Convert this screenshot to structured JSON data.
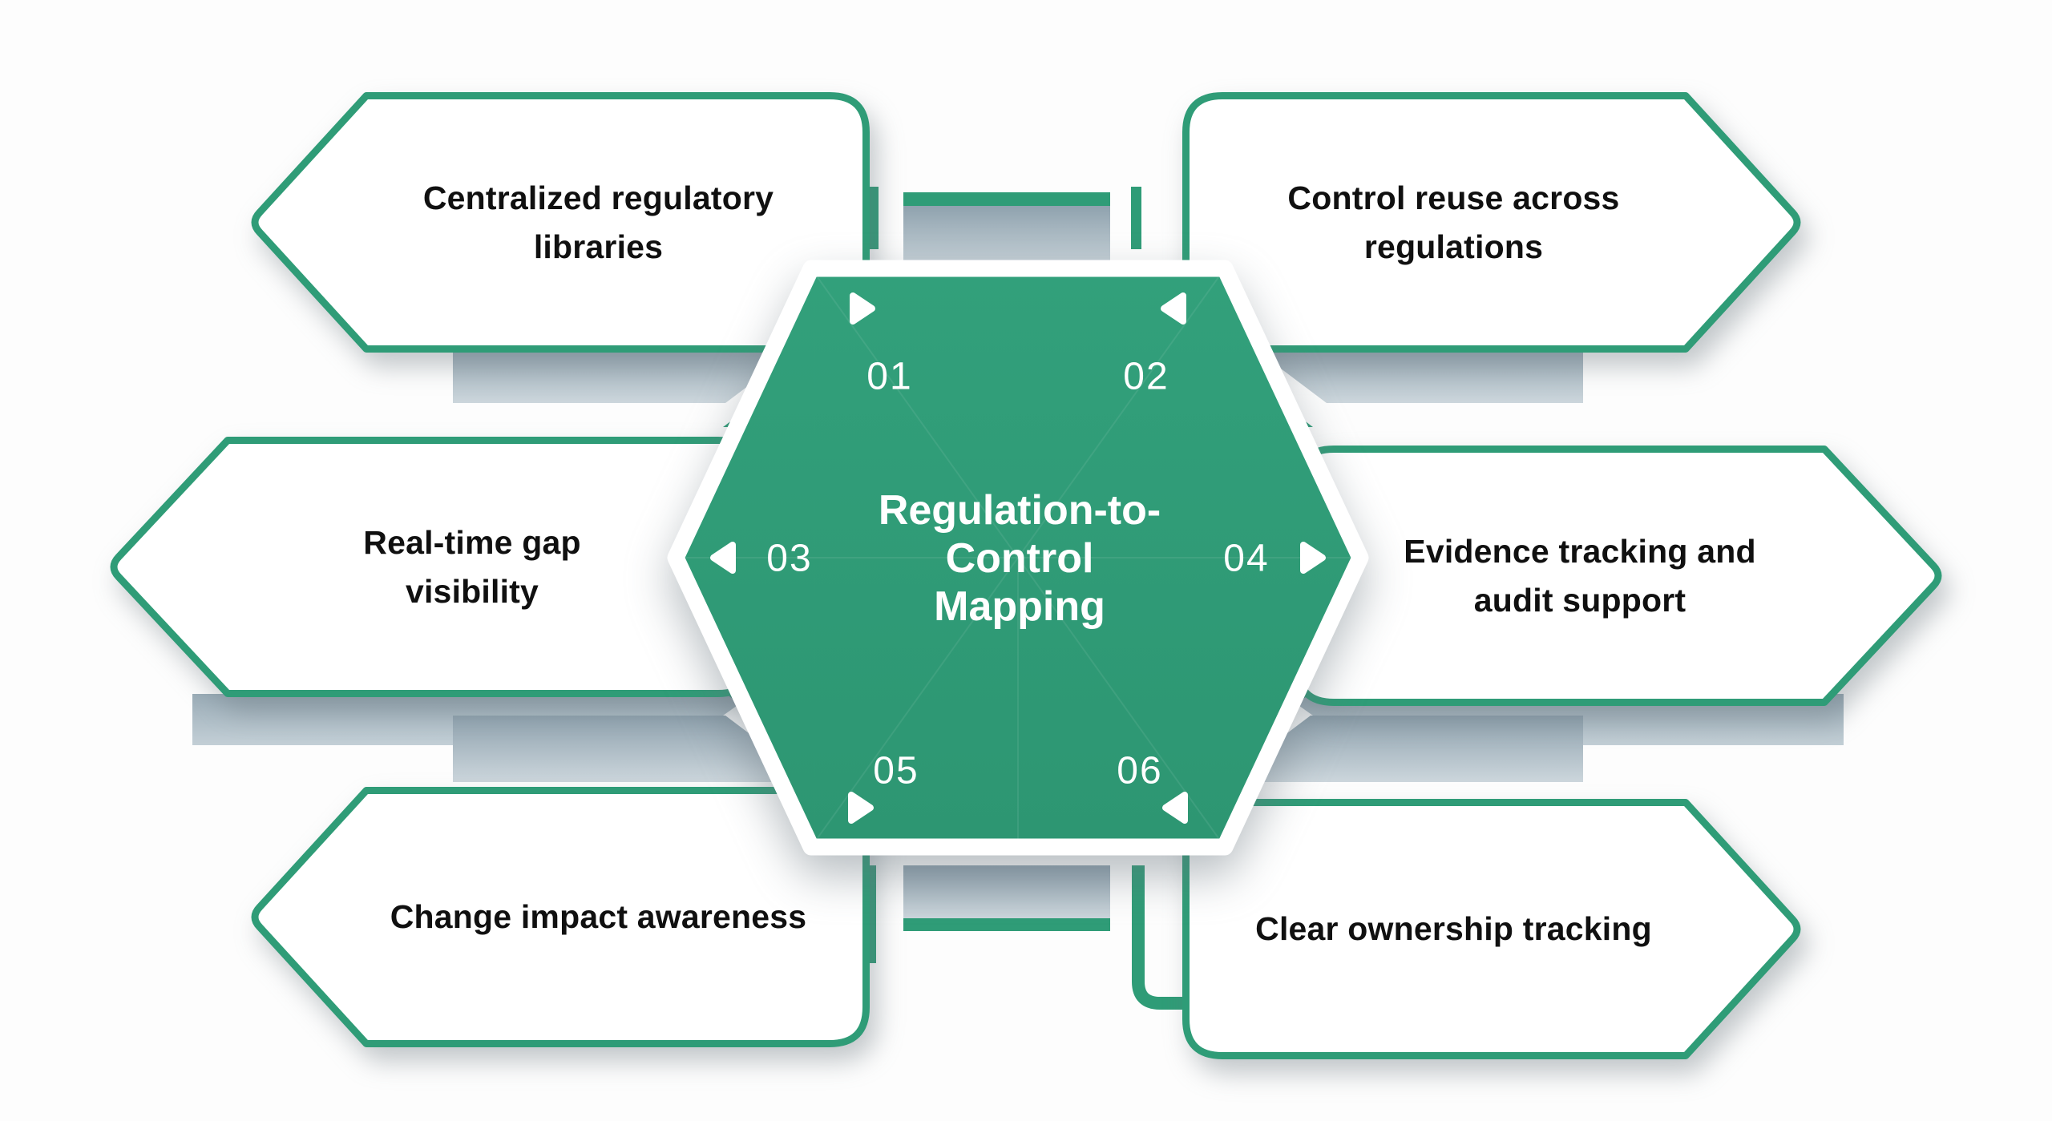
{
  "diagram": {
    "type": "hexagon-infographic",
    "title": {
      "line1": "Regulation-to-",
      "line2": "Control",
      "line3": "Mapping"
    },
    "items": [
      {
        "num": "01",
        "line1": "Centralized regulatory",
        "line2": "libraries"
      },
      {
        "num": "02",
        "line1": "Control reuse across",
        "line2": "regulations"
      },
      {
        "num": "03",
        "line1": "Real-time gap",
        "line2": "visibility"
      },
      {
        "num": "04",
        "line1": "Evidence tracking and",
        "line2": "audit support"
      },
      {
        "num": "05",
        "line1": "Change impact awareness",
        "line2": ""
      },
      {
        "num": "06",
        "line1": "Clear ownership tracking",
        "line2": ""
      }
    ],
    "colors": {
      "green": "#2F9C77",
      "band_gray_dark": "#8FA2AE",
      "band_gray_light": "#CCD6DC",
      "text": "#101010",
      "background": "#FDFDFD",
      "hexagon_text": "#FFFFFF"
    }
  }
}
